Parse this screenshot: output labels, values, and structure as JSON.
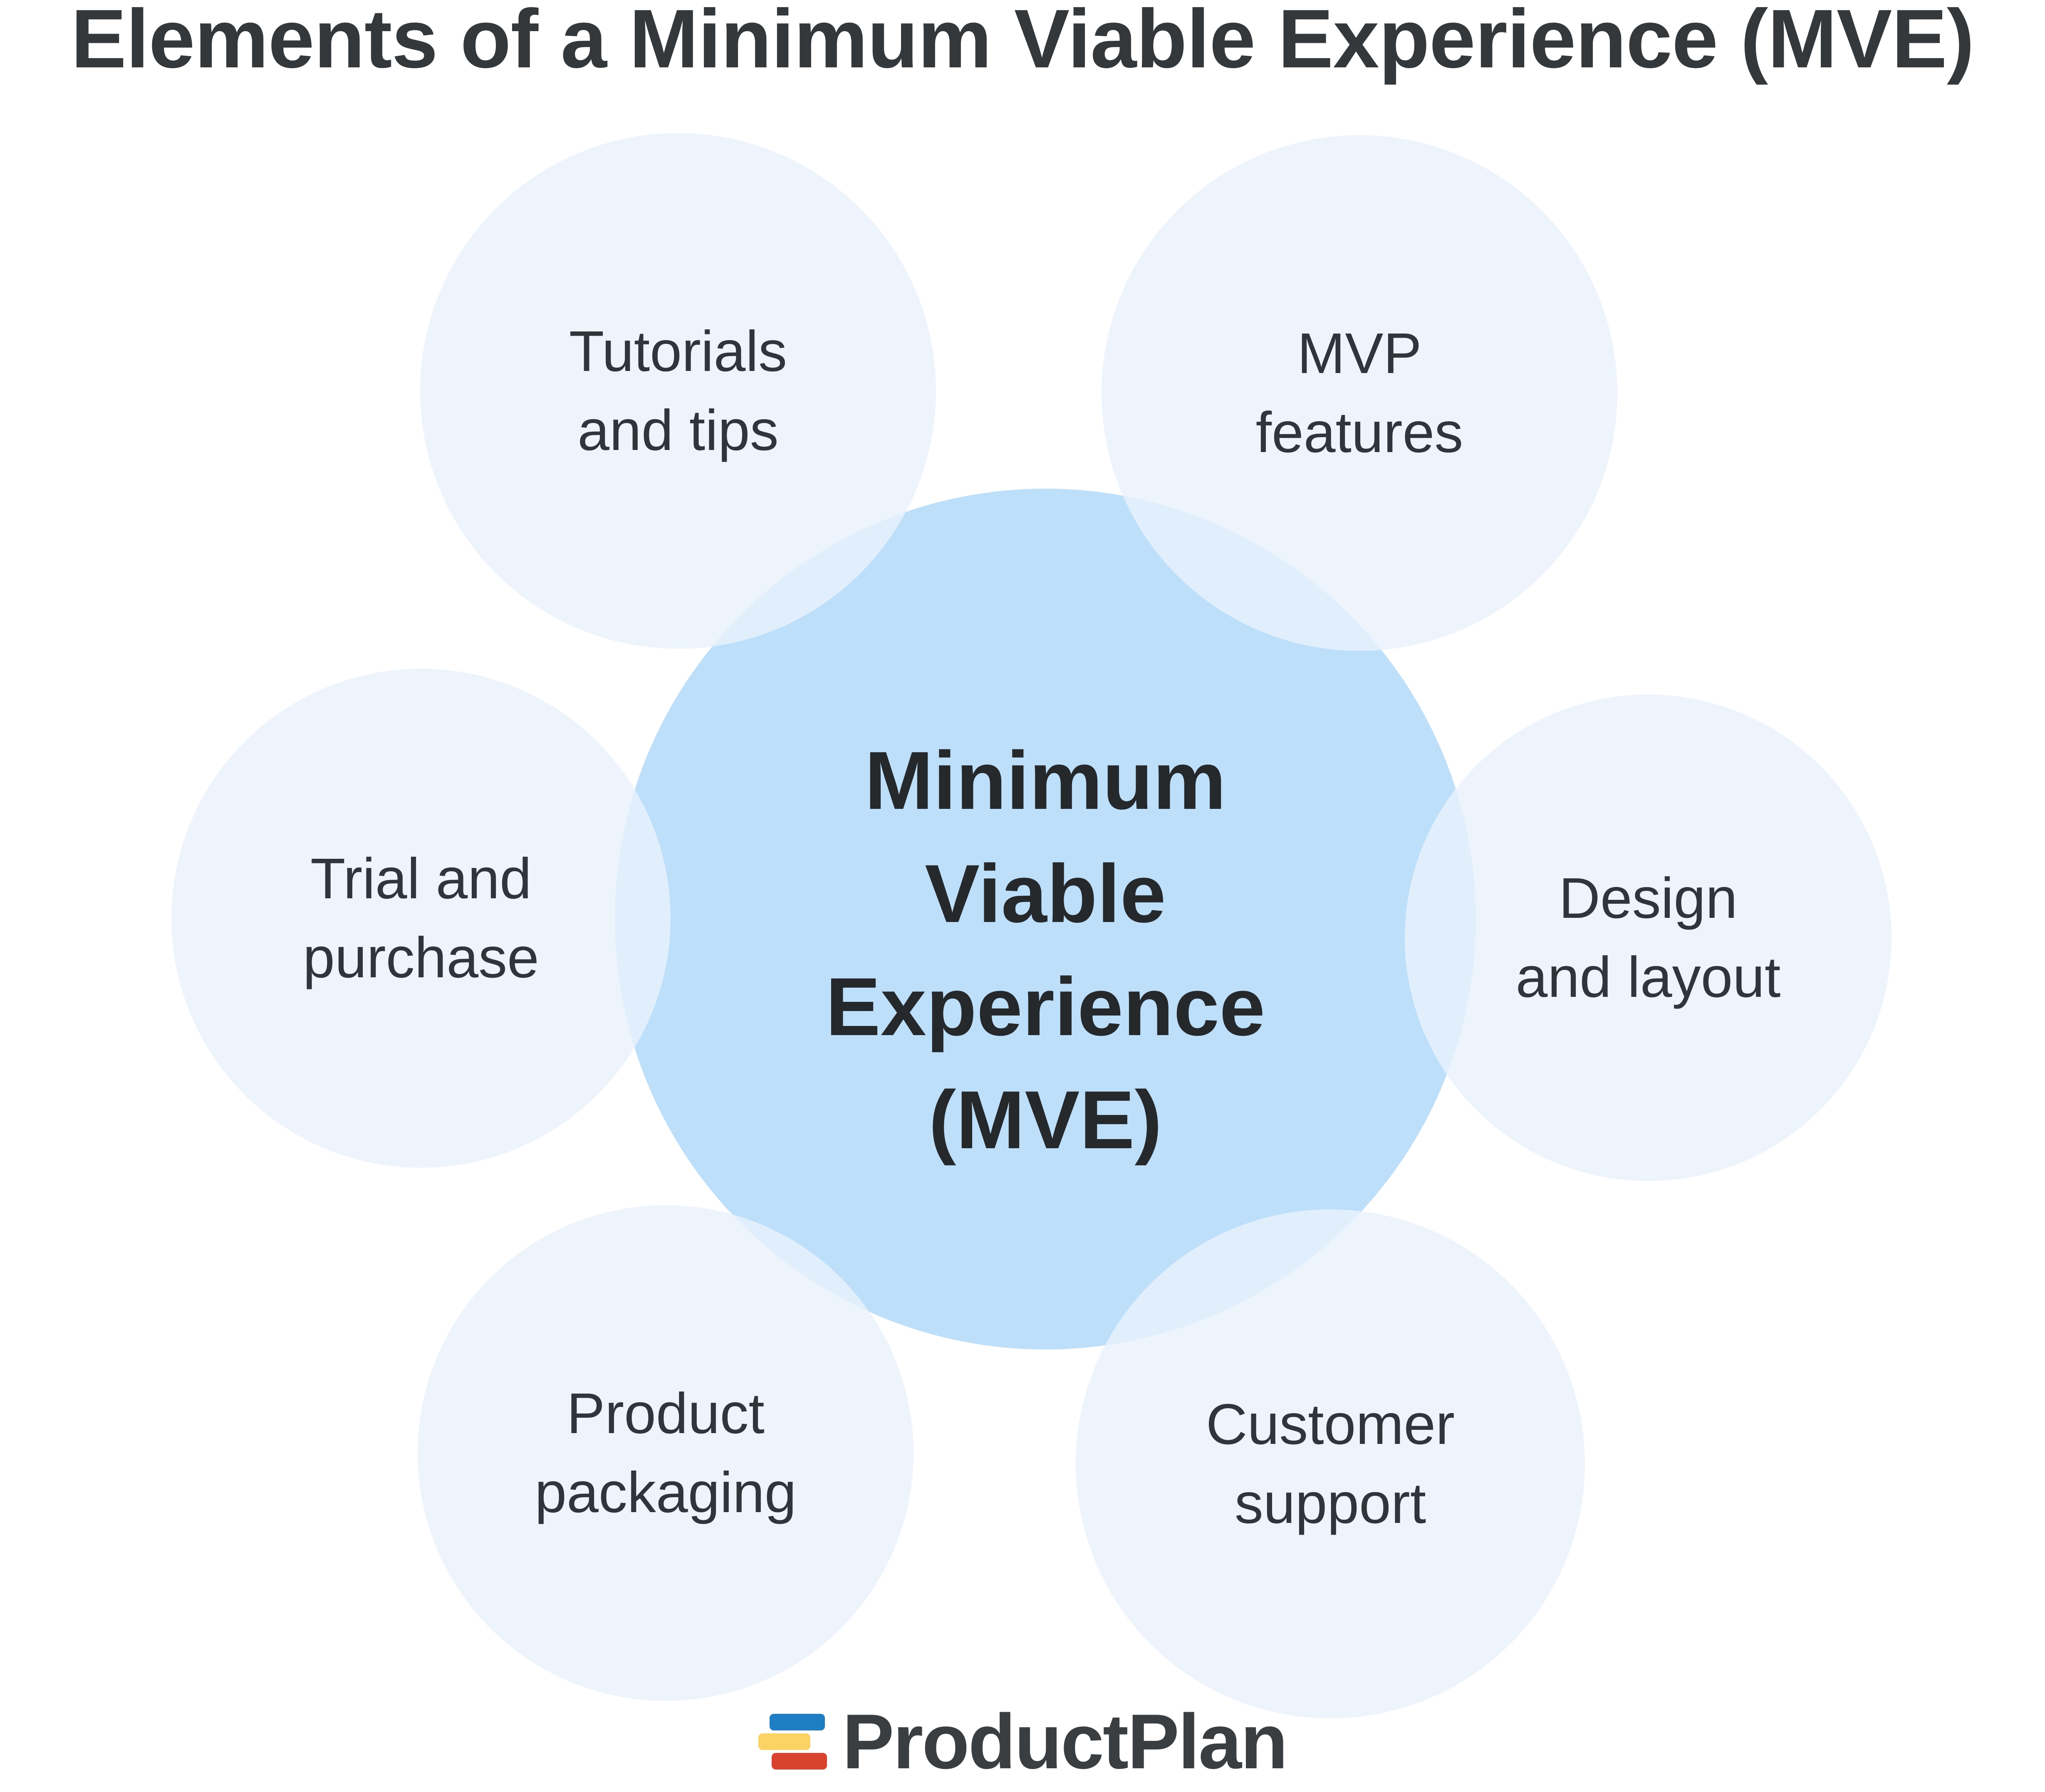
{
  "title": "Elements of a Minimum Viable Experience (MVE)",
  "title_color": "#34383B",
  "diagram": {
    "center": {
      "lines": [
        "Minimum",
        "Viable",
        "Experience",
        "(MVE)"
      ],
      "fill": "#BEDFFA",
      "text_color": "#26292C"
    },
    "node_fill": "#EAF1FB",
    "node_fill_opacity": 0.8,
    "node_overlap_fill": "#E1EDFB",
    "node_text_color": "#2F353A",
    "nodes": [
      {
        "id": "tutorials-and-tips",
        "lines": [
          "Tutorials",
          "and tips"
        ]
      },
      {
        "id": "mvp-features",
        "lines": [
          "MVP",
          "features"
        ]
      },
      {
        "id": "trial-and-purchase",
        "lines": [
          "Trial and",
          "purchase"
        ]
      },
      {
        "id": "design-and-layout",
        "lines": [
          "Design",
          "and layout"
        ]
      },
      {
        "id": "product-packaging",
        "lines": [
          "Product",
          "packaging"
        ]
      },
      {
        "id": "customer-support",
        "lines": [
          "Customer",
          "support"
        ]
      }
    ]
  },
  "footer": {
    "brand": "ProductPlan",
    "text_color": "#3A3E41",
    "logo_colors": {
      "blue": "#1F7EC3",
      "yellow": "#FBD364",
      "red": "#D9422D"
    }
  }
}
